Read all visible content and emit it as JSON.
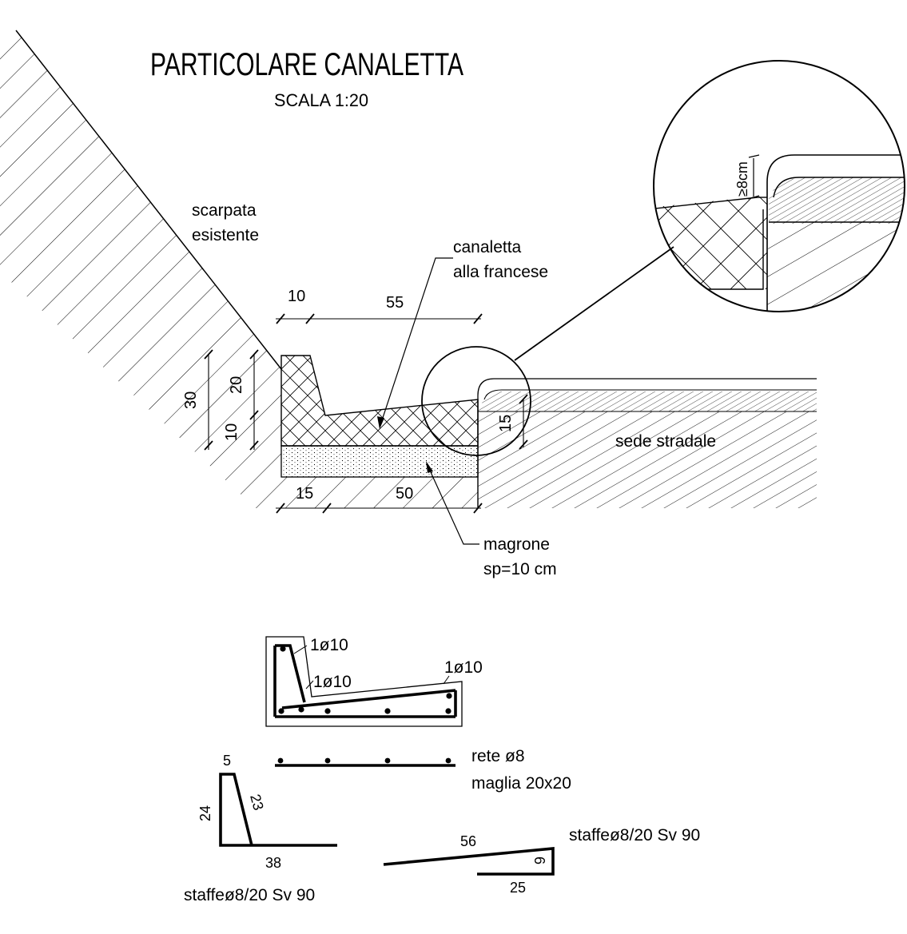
{
  "title": "PARTICOLARE CANALETTA",
  "scale": "SCALA 1:20",
  "labels": {
    "scarpata_1": "scarpata",
    "scarpata_2": "esistente",
    "canaletta_1": "canaletta",
    "canaletta_2": "alla francese",
    "sede_stradale": "sede stradale",
    "magrone_1": "magrone",
    "magrone_2": "sp=10 cm",
    "detail_min": "≥8cm"
  },
  "dimensions": {
    "top_10": "10",
    "top_55": "55",
    "left_30": "30",
    "left_20": "20",
    "left_10": "10",
    "right_15": "15",
    "bottom_15": "15",
    "bottom_50": "50"
  },
  "reinforcement": {
    "bar_label_1": "1ø10",
    "bar_label_2": "1ø10",
    "bar_label_3": "1ø10",
    "mesh_1": "rete ø8",
    "mesh_2": "maglia 20x20",
    "stirrup_a_top": "5",
    "stirrup_a_height": "24",
    "stirrup_a_diag": "23",
    "stirrup_a_base": "38",
    "stirrup_a_label": "staffeø8/20 Sv 90",
    "stirrup_b_len": "56",
    "stirrup_b_height": "6",
    "stirrup_b_base": "25",
    "stirrup_b_label": "staffeø8/20 Sv 90"
  }
}
